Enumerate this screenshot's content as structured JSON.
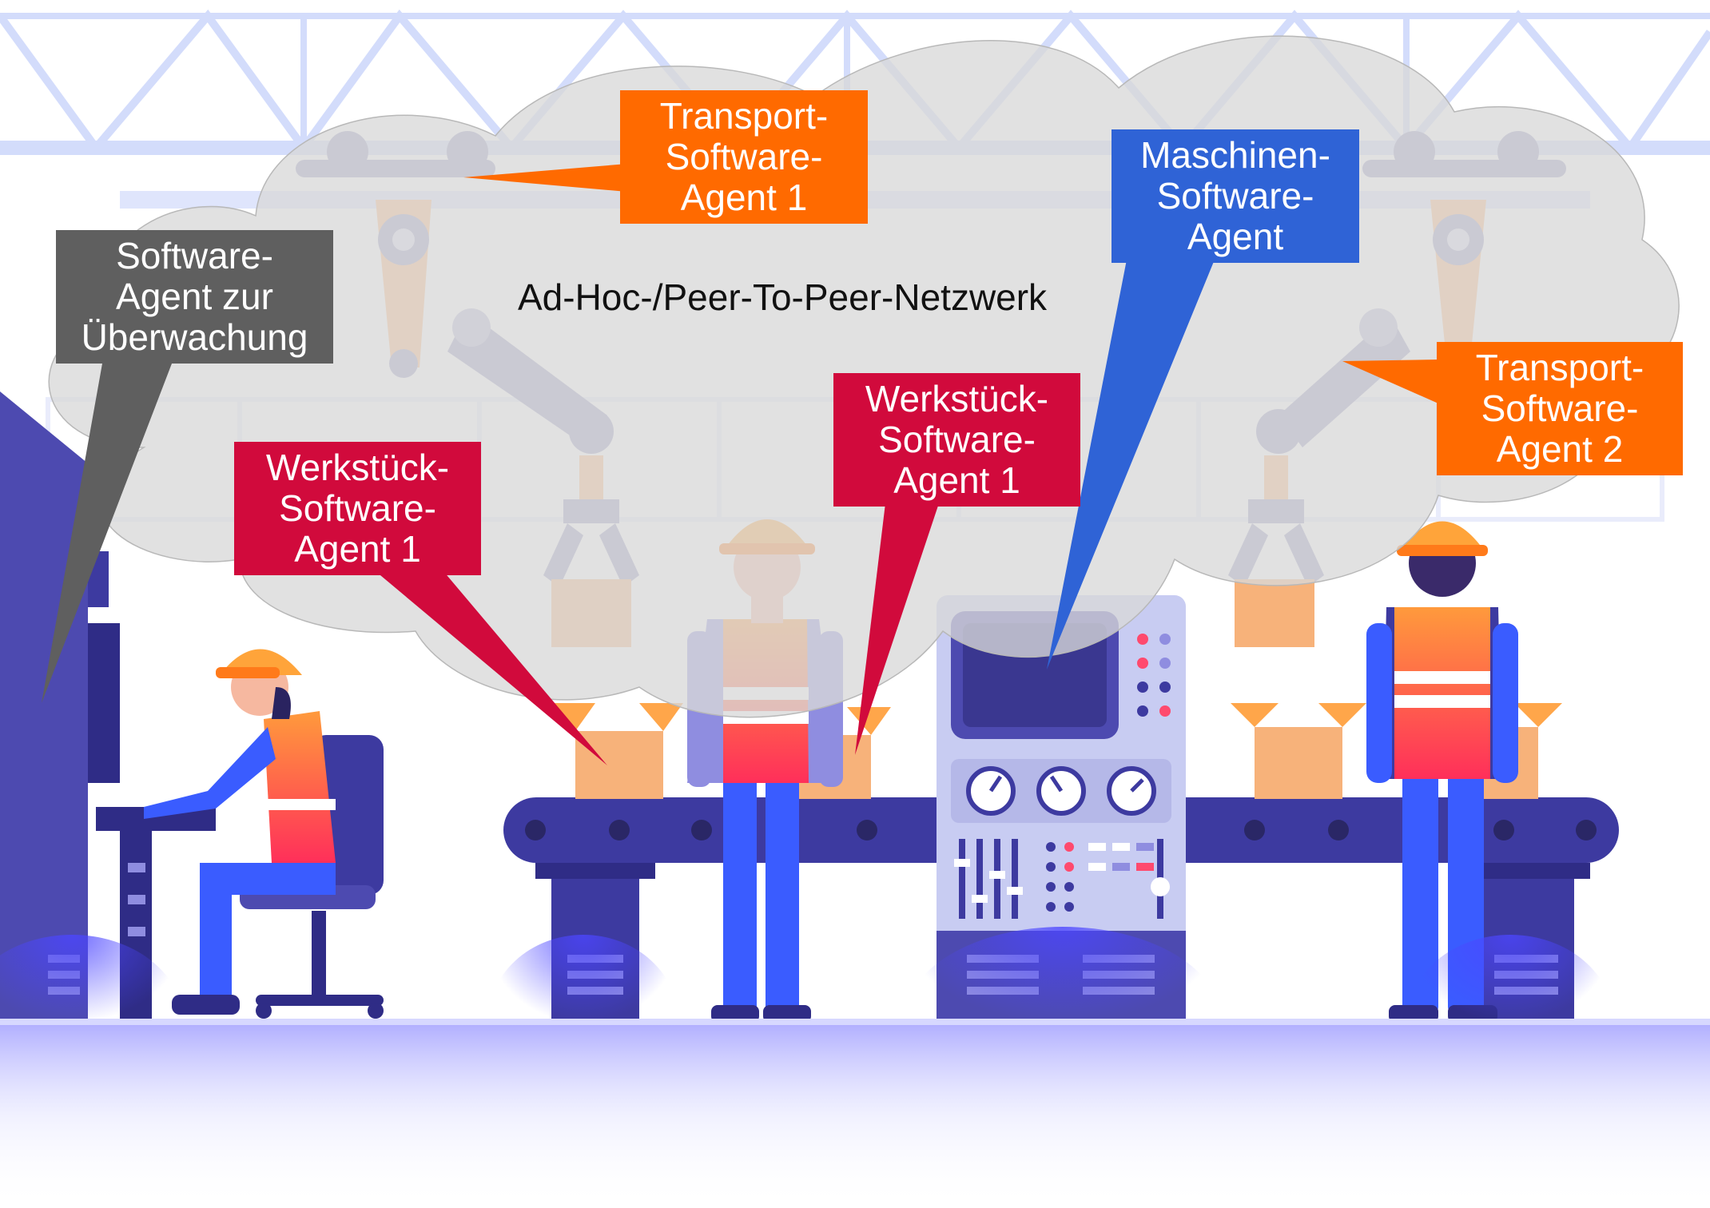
{
  "network": {
    "label": "Ad-Hoc-/Peer-To-Peer-Netzwerk"
  },
  "agents": [
    {
      "id": "monitoring",
      "lines": [
        "Software-",
        "Agent zur",
        "Überwachung"
      ],
      "color": "#5f5f5f"
    },
    {
      "id": "transport1",
      "lines": [
        "Transport-",
        "Software-",
        "Agent 1"
      ],
      "color": "#ff6a00"
    },
    {
      "id": "machine",
      "lines": [
        "Maschinen-",
        "Software-",
        "Agent"
      ],
      "color": "#2f63d6"
    },
    {
      "id": "transport2",
      "lines": [
        "Transport-",
        "Software-",
        "Agent 2"
      ],
      "color": "#ff6a00"
    },
    {
      "id": "workpiece-left",
      "lines": [
        "Werkstück-",
        "Software-",
        "Agent 1"
      ],
      "color": "#d10a3c"
    },
    {
      "id": "workpiece-center",
      "lines": [
        "Werkstück-",
        "Software-",
        "Agent 1"
      ],
      "color": "#d10a3c"
    }
  ],
  "colors": {
    "cloud": "#d9d9d9",
    "truss": "#d4dcfa",
    "conveyor": "#3d3aa0",
    "robot_arm": "#9696be",
    "box": "#f7b27a",
    "vest": "#ff5a3c",
    "worker_blue": "#3a5cff",
    "helmet": "#ffa43a",
    "machine_panel": "#c8ccf2"
  }
}
